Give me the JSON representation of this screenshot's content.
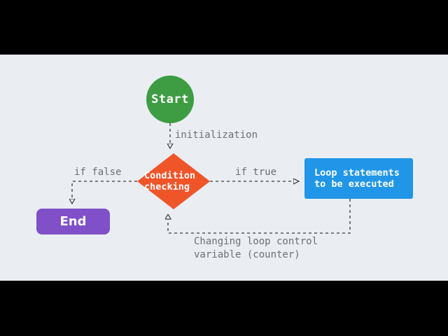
{
  "canvas": {
    "background_color": "#eaeef2",
    "letterbox_color": "#000000"
  },
  "nodes": {
    "start": {
      "label": "Start",
      "shape": "circle",
      "color": "#3e9c42",
      "text_color": "#ffffff"
    },
    "condition": {
      "label_line1": "Condition",
      "label_line2": "checking",
      "shape": "diamond",
      "color": "#f0552a",
      "text_color": "#ffffff"
    },
    "end": {
      "label": "End",
      "shape": "rounded-rect",
      "color": "#7f50c8",
      "text_color": "#ffffff"
    },
    "loop": {
      "label_line1": "Loop statements",
      "label_line2": "to be executed",
      "shape": "rect",
      "color": "#2196e8",
      "text_color": "#ffffff"
    }
  },
  "edges": {
    "initialization": "initialization",
    "if_false": "if false",
    "if_true": "if true",
    "counter_line1": "Changing loop control",
    "counter_line2": "variable (counter)",
    "line_color": "#3a3a3a",
    "label_color": "#6b7077",
    "style": "dashed"
  },
  "chart_data": {
    "type": "flowchart",
    "title": "Loop control flow diagram",
    "nodes": [
      {
        "id": "start",
        "label": "Start",
        "shape": "circle",
        "color": "#3e9c42"
      },
      {
        "id": "condition",
        "label": "Condition checking",
        "shape": "diamond",
        "color": "#f0552a"
      },
      {
        "id": "loop",
        "label": "Loop statements to be executed",
        "shape": "rect",
        "color": "#2196e8"
      },
      {
        "id": "end",
        "label": "End",
        "shape": "rounded-rect",
        "color": "#7f50c8"
      }
    ],
    "edges": [
      {
        "from": "start",
        "to": "condition",
        "label": "initialization",
        "style": "dashed"
      },
      {
        "from": "condition",
        "to": "end",
        "label": "if false",
        "style": "dashed"
      },
      {
        "from": "condition",
        "to": "loop",
        "label": "if true",
        "style": "dashed"
      },
      {
        "from": "loop",
        "to": "condition",
        "label": "Changing loop control variable (counter)",
        "style": "dashed"
      }
    ]
  }
}
